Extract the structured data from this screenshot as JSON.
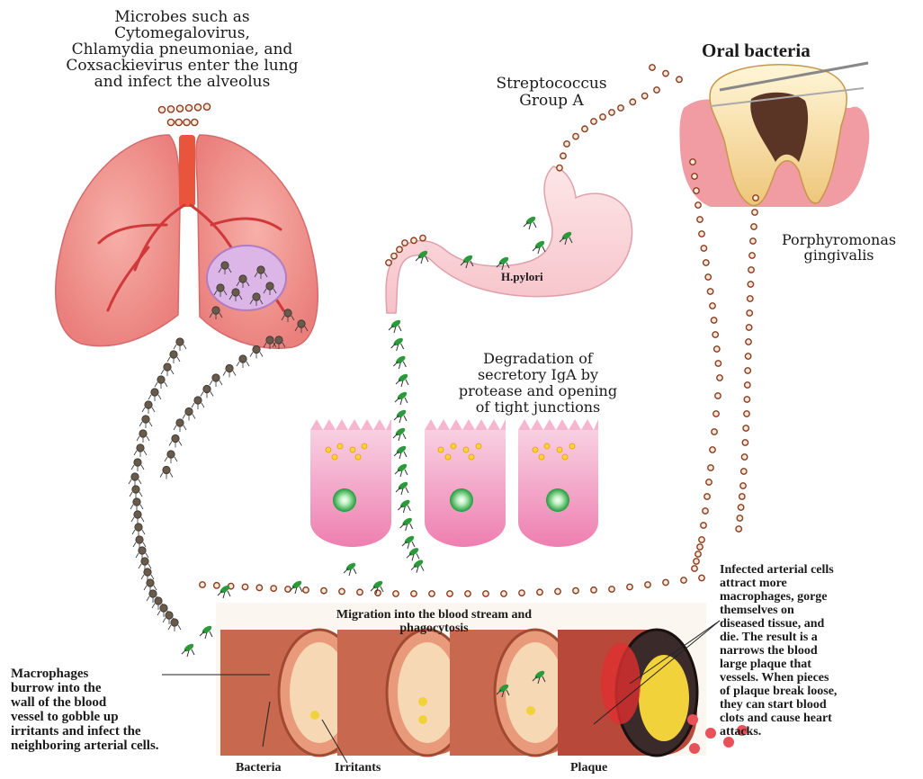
{
  "labels": {
    "microbes_lung": "Microbes such as\nCytomegalovirus,\nChlamydia pneumoniae, and\nCoxsackievirus enter the lung\nand infect the alveolus",
    "oral_bacteria": "Oral bacteria",
    "streptococcus": "Streptococcus\nGroup A",
    "porphyromonas": "Porphyromonas\ngingivalis",
    "h_pylori": "H.pylori",
    "degradation": "Degradation of\nsecretory IgA by\nprotease and opening\nof tight junctions",
    "migration": "Migration into the blood stream and\nphagocytosis",
    "macrophages": "Macrophages\nburrow into the\nwall of the blood\nvessel to gobble up\nirritants and infect the\nneighboring arterial cells.",
    "infected_cells": "Infected arterial cells\nattract more\nmacrophages, gorge\nthemselves on\ndiseased tissue, and\ndie. The result is a\nnarrows the blood\nlarge plaque that\nvessels. When pieces\nof plaque break loose,\nthey can start blood\nclots and cause heart\nattacks.",
    "bacteria": "Bacteria",
    "irritants": "Irritants",
    "plaque": "Plaque"
  },
  "colors": {
    "lung": "#f08a8a",
    "trachea": "#e8503a",
    "tooth": "#f3d79a",
    "gum": "#e64a5a",
    "stomach": "#fbd4d8",
    "cell": "#f3a7c8",
    "nucleus": "#22aa44",
    "bacterium": "#2a9a3a",
    "dot": "#8a3b20",
    "vessel": "#e88a6a",
    "plaque": "#f2d23a"
  }
}
